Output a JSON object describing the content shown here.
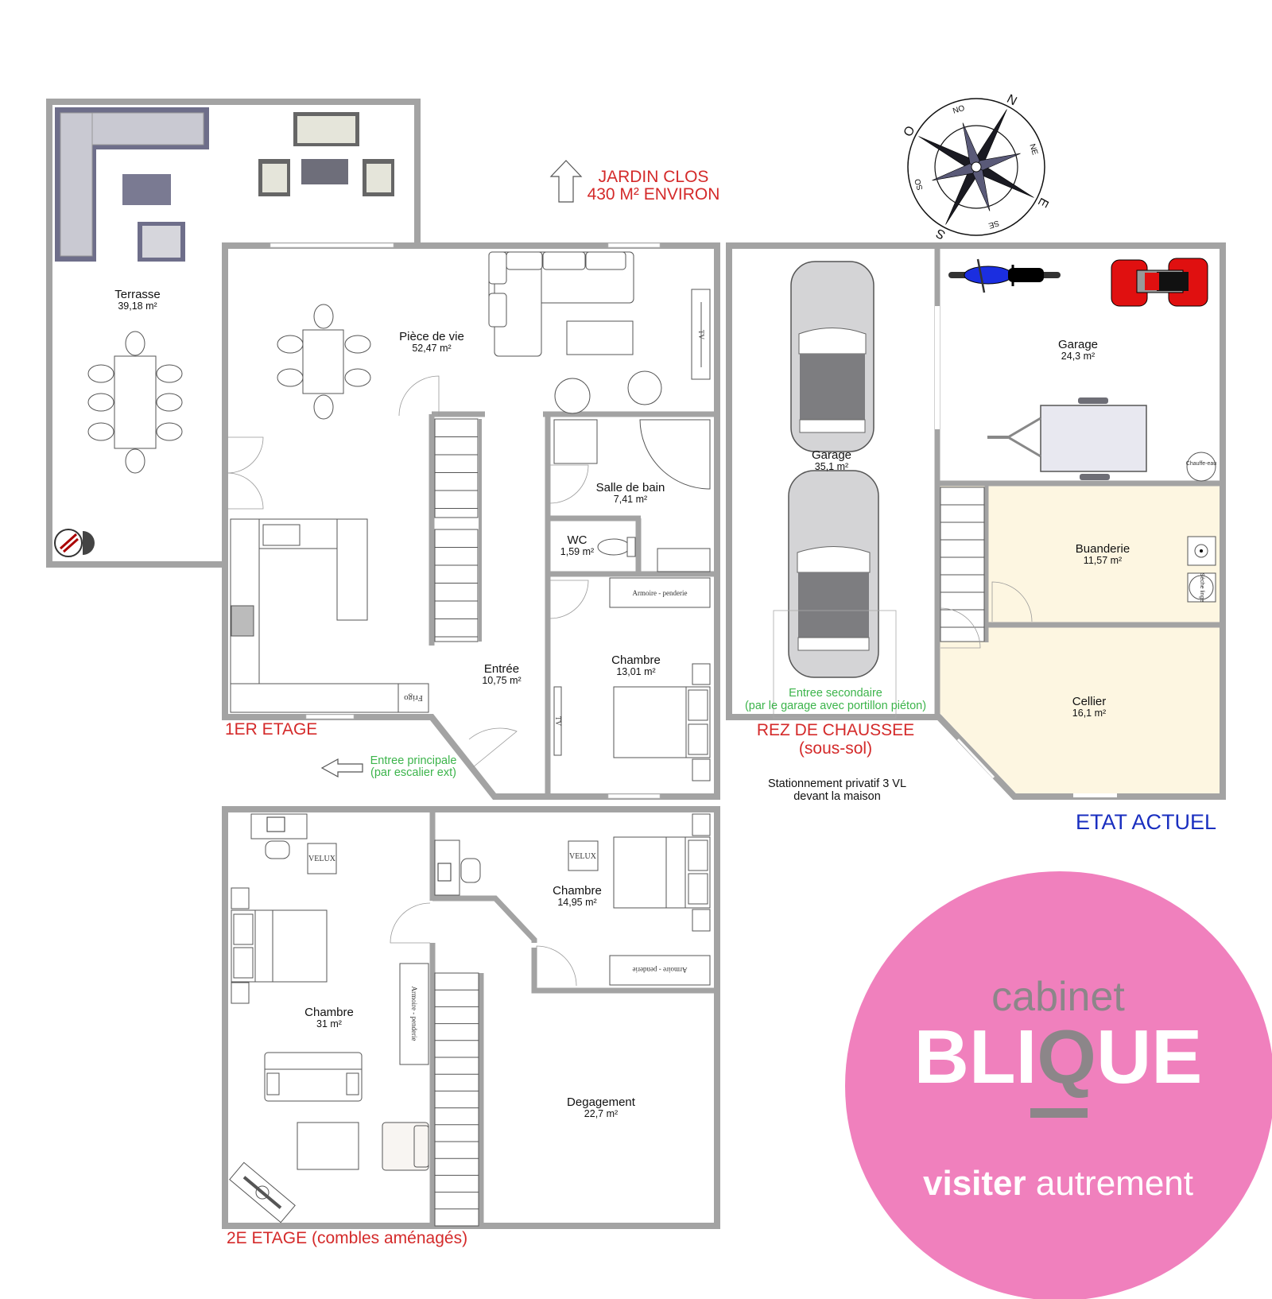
{
  "garden": {
    "line1": "JARDIN CLOS",
    "line2": "430 M² ENVIRON"
  },
  "floors": {
    "first": {
      "label": "1ER ETAGE",
      "rooms": [
        {
          "name": "Terrasse",
          "area": "39,18 m²"
        },
        {
          "name": "Pièce de vie",
          "area": "52,47 m²"
        },
        {
          "name": "Salle de bain",
          "area": "7,41 m²"
        },
        {
          "name": "WC",
          "area": "1,59 m²"
        },
        {
          "name": "Entrée",
          "area": "10,75 m²"
        },
        {
          "name": "Chambre",
          "area": "13,01 m²"
        }
      ],
      "entrance": {
        "line1": "Entree principale",
        "line2": "(par escalier ext)"
      }
    },
    "ground": {
      "label": "REZ DE CHAUSSEE",
      "sublabel": "(sous-sol)",
      "rooms": [
        {
          "name": "Garage",
          "area": "35,1 m²"
        },
        {
          "name": "Garage",
          "area": "24,3 m²"
        },
        {
          "name": "Buanderie",
          "area": "11,57 m²"
        },
        {
          "name": "Cellier",
          "area": "16,1 m²"
        }
      ],
      "entrance": {
        "line1": "Entree secondaire",
        "line2": "(par le garage avec portillon piéton)"
      },
      "parking": {
        "line1": "Stationnement privatif 3 VL",
        "line2": "devant la maison"
      }
    },
    "second": {
      "label": "2E ETAGE (combles aménagés)",
      "rooms": [
        {
          "name": "Chambre",
          "area": "31 m²"
        },
        {
          "name": "Chambre",
          "area": "14,95 m²"
        },
        {
          "name": "Degagement",
          "area": "22,7 m²"
        }
      ]
    }
  },
  "fixtures": {
    "tv": "TV",
    "fridge": "Frigo",
    "wardrobe": "Armoire - penderie",
    "velux": "VELUX",
    "water_heater": "Chauffe-eau",
    "dryer": "Sèche linge"
  },
  "compass": {
    "n": "N",
    "ne": "NE",
    "e": "E",
    "se": "SE",
    "s": "S",
    "so": "SO",
    "o": "O",
    "no": "NO"
  },
  "status": "ETAT ACTUEL",
  "logo": {
    "cabinet": "cabinet",
    "brand_a": "BLI",
    "brand_q": "Q",
    "brand_b": "UE",
    "tagline_bold": "visiter",
    "tagline_light": "autrement"
  },
  "colors": {
    "label_red": "#d42a2a",
    "label_green": "#3cb44b",
    "status_blue": "#1a2fc0",
    "logo_pink": "#f080bd",
    "terrace": "#bcf99a",
    "floor": "#fdf6e1",
    "garage": "#cbcbcb"
  }
}
